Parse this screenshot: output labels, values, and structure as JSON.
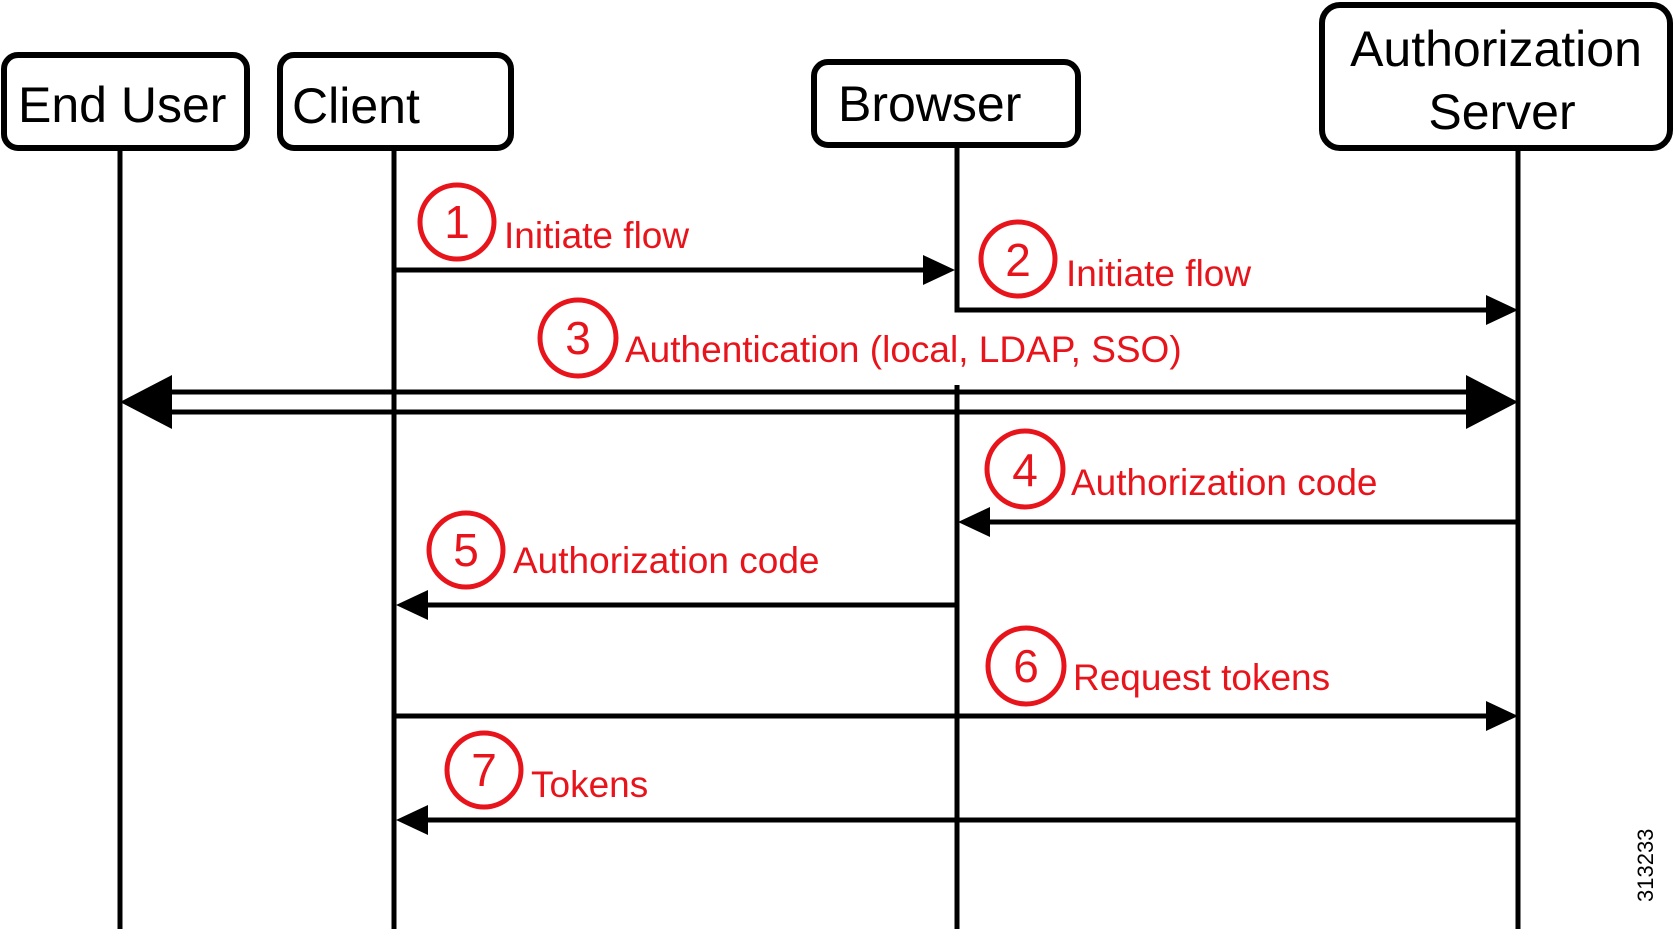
{
  "actors": {
    "end_user": "End User",
    "client": "Client",
    "browser": "Browser",
    "auth_server_line1": "Authorization",
    "auth_server_line2": "Server"
  },
  "messages": [
    {
      "step": "1",
      "label": "Initiate flow",
      "from": "Client",
      "to": "Browser"
    },
    {
      "step": "2",
      "label": "Initiate flow",
      "from": "Browser",
      "to": "Authorization Server"
    },
    {
      "step": "3",
      "label": "Authentication (local, LDAP, SSO)",
      "from": "End User",
      "to": "Authorization Server",
      "bidirectional": true
    },
    {
      "step": "4",
      "label": "Authorization code",
      "from": "Authorization Server",
      "to": "Browser"
    },
    {
      "step": "5",
      "label": "Authorization code",
      "from": "Browser",
      "to": "Client"
    },
    {
      "step": "6",
      "label": "Request tokens",
      "from": "Client",
      "to": "Authorization Server"
    },
    {
      "step": "7",
      "label": "Tokens",
      "from": "Authorization Server",
      "to": "Client"
    }
  ],
  "figure_id": "313233",
  "colors": {
    "accent": "#e8141b",
    "line": "#000000",
    "background": "#ffffff"
  }
}
